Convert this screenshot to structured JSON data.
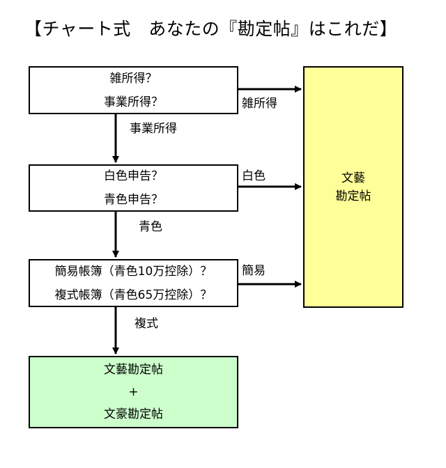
{
  "title": "【チャート式　あなたの『勘定帖』はこれだ】",
  "questions": {
    "q1": {
      "line1": "雑所得？",
      "line2": "事業所得？"
    },
    "q2": {
      "line1": "白色申告？",
      "line2": "青色申告？"
    },
    "q3": {
      "line1": "簡易帳簿（青色10万控除）？",
      "line2": "複式帳簿（青色65万控除）？"
    }
  },
  "edges": {
    "q1_right": "雑所得",
    "q1_down": "事業所得",
    "q2_right": "白色",
    "q2_down": "青色",
    "q3_right": "簡易",
    "q3_down": "複式"
  },
  "results": {
    "yellow": {
      "line1": "文藝",
      "line2": "勘定帖"
    },
    "green": {
      "line1": "文藝勘定帖",
      "line2": "+",
      "line3": "文豪勘定帖"
    }
  },
  "colors": {
    "yellow_box": "#ffff99",
    "green_box": "#ccffcc",
    "stroke": "#000000"
  }
}
